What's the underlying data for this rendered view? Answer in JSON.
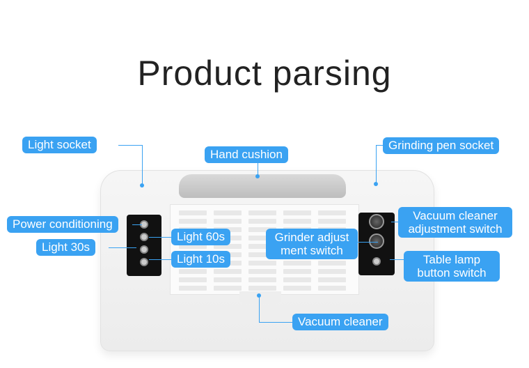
{
  "title": "Product parsing",
  "colors": {
    "label_bg": "#3aa2f2",
    "label_text": "#ffffff"
  },
  "labels": {
    "light_socket": "Light socket",
    "hand_cushion": "Hand cushion",
    "grinding_pen_socket": "Grinding pen socket",
    "power_conditioning": "Power conditioning",
    "light_60s": "Light 60s",
    "light_30s": "Light 30s",
    "light_10s": "Light 10s",
    "grinder_adjust_1": "Grinder adjust",
    "grinder_adjust_2": "ment switch",
    "vacuum_adjust_1": "Vacuum cleaner",
    "vacuum_adjust_2": "adjustment switch",
    "table_lamp_1": "Table lamp",
    "table_lamp_2": "button switch",
    "vacuum_cleaner": "Vacuum cleaner"
  }
}
